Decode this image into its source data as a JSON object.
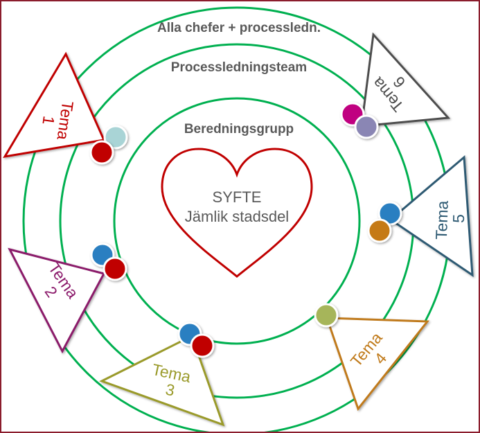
{
  "colors": {
    "ring": "#00b050",
    "heart": "#c00000",
    "frame": "#8b1c2c",
    "tema1": "#c00000",
    "tema2": "#8b1a6b",
    "tema3": "#9a9a2a",
    "tema4": "#c07a1a",
    "tema5": "#2e5a73",
    "tema6": "#4d4d4d"
  },
  "rings": {
    "outer_label": "Alla chefer + processledn.",
    "middle_label": "Processledningsteam",
    "inner_label": "Beredningsgrupp"
  },
  "center": {
    "line1": "SYFTE",
    "line2": "Jämlik stadsdel"
  },
  "themes": [
    {
      "id": "tema1",
      "word": "Tema",
      "number": "1"
    },
    {
      "id": "tema2",
      "word": "Tema",
      "number": "2"
    },
    {
      "id": "tema3",
      "word": "Tema",
      "number": "3"
    },
    {
      "id": "tema4",
      "word": "Tema",
      "number": "4"
    },
    {
      "id": "tema5",
      "word": "Tema",
      "number": "5"
    },
    {
      "id": "tema6",
      "word": "Tema",
      "number": "6"
    }
  ],
  "dot_colors": {
    "teal": "#a9d4d6",
    "red": "#c00000",
    "blue": "#2c7fc1",
    "orange": "#c57a12",
    "olive": "#a6b55a",
    "magenta": "#c00080",
    "lavender": "#8a86b4"
  }
}
